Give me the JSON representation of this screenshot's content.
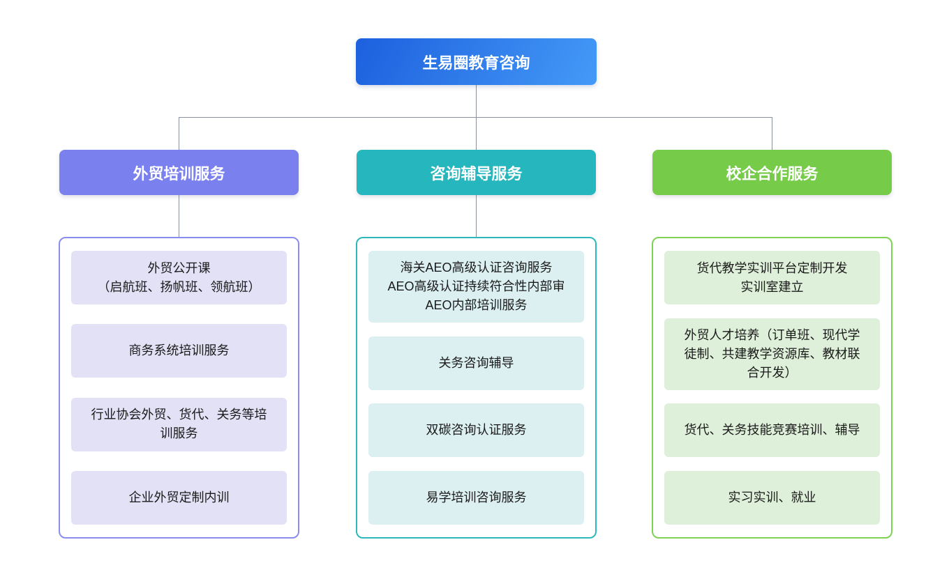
{
  "diagram": {
    "root": {
      "label": "生易圈教育咨询"
    },
    "branches": [
      {
        "label": "外贸培训服务",
        "items": [
          "外贸公开课\n（启航班、扬帆班、领航班）",
          "商务系统培训服务",
          "行业协会外贸、货代、关务等培\n训服务",
          "企业外贸定制内训"
        ]
      },
      {
        "label": "咨询辅导服务",
        "items": [
          "海关AEO高级认证咨询服务\nAEO高级认证持续符合性内部审\nAEO内部培训服务",
          "关务咨询辅导",
          "双碳咨询认证服务",
          "易学培训咨询服务"
        ]
      },
      {
        "label": "校企合作服务",
        "items": [
          "货代教学实训平台定制开发\n实训室建立",
          "外贸人才培养（订单班、现代学\n徒制、共建教学资源库、教材联\n合开发）",
          "货代、关务技能竞赛培训、辅导",
          "实习实训、就业"
        ]
      }
    ]
  },
  "colors": {
    "root-grad-start": "#1d60de",
    "root-grad-end": "#449af7",
    "branch1": "#7a80ee",
    "branch2": "#25b7bd",
    "branch3": "#76cc48",
    "item-bg1": "#e3e1f6",
    "item-bg2": "#dcf0f2",
    "item-bg3": "#def0d9",
    "border1": "#8a8cf0",
    "border2": "#2bb9be",
    "border3": "#7ed254",
    "line-color": "#8b919c",
    "text-dark": "#1a1a1a"
  }
}
